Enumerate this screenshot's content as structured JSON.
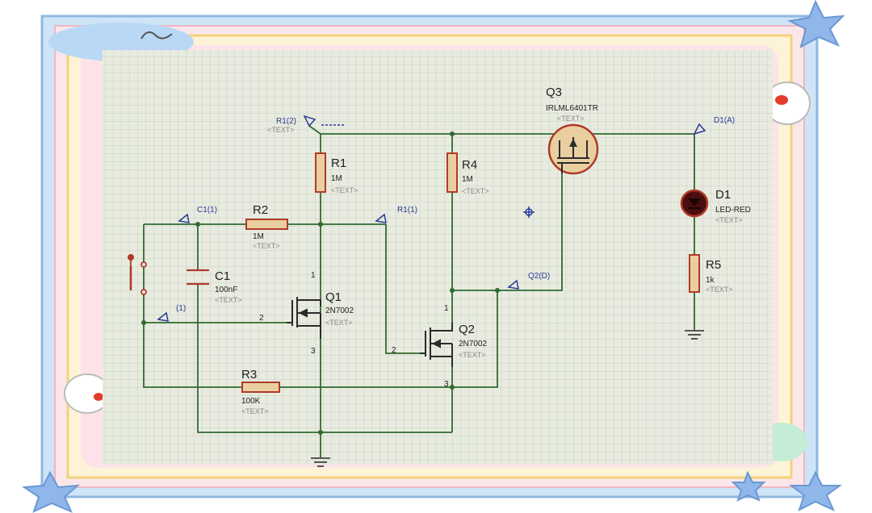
{
  "components": {
    "r1": {
      "ref": "R1",
      "value": "1M",
      "text": "<TEXT>"
    },
    "r2": {
      "ref": "R2",
      "value": "1M",
      "text": "<TEXT>"
    },
    "r3": {
      "ref": "R3",
      "value": "100K",
      "text": "<TEXT>"
    },
    "r4": {
      "ref": "R4",
      "value": "1M",
      "text": "<TEXT>"
    },
    "r5": {
      "ref": "R5",
      "value": "1k",
      "text": "<TEXT>"
    },
    "c1": {
      "ref": "C1",
      "value": "100nF",
      "text": "<TEXT>"
    },
    "q1": {
      "ref": "Q1",
      "value": "2N7002",
      "text": "<TEXT>"
    },
    "q2": {
      "ref": "Q2",
      "value": "2N7002",
      "text": "<TEXT>"
    },
    "q3": {
      "ref": "Q3",
      "value": "IRLML6401TR",
      "text": "<TEXT>"
    },
    "d1": {
      "ref": "D1",
      "value": "LED-RED",
      "text": "<TEXT>"
    }
  },
  "probes": {
    "r1_2": {
      "label": "R1(2)",
      "text": "<TEXT>"
    },
    "d1_a": {
      "label": "D1(A)"
    },
    "c1_1": {
      "label": "C1(1)"
    },
    "r1_1": {
      "label": "R1(1)"
    },
    "q2_d": {
      "label": "Q2(D)"
    },
    "n1": {
      "label": "(1)"
    }
  },
  "pins": {
    "q1_drain": "1",
    "q1_gate": "2",
    "q1_source": "3",
    "q2_drain": "1",
    "q2_gate": "2",
    "q2_source": "3"
  },
  "colors": {
    "wire": "#2f6a2f",
    "component": "#b03a2a",
    "component_fill": "#e9cfa0",
    "grid": "#c2c9b8",
    "canvas": "#e8ebdf",
    "probe": "#2b3a9a",
    "ref_text": "#222222",
    "placeholder_text": "#8a8a8a"
  }
}
